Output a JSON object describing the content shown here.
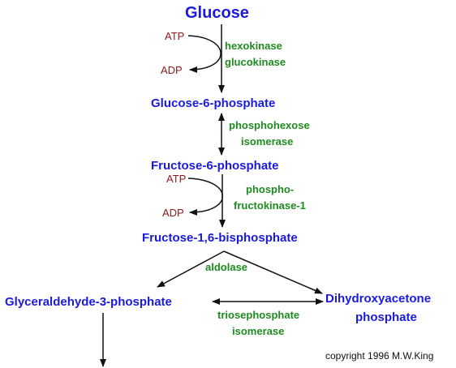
{
  "metabolites": {
    "glucose": "Glucose",
    "g6p": "Glucose-6-phosphate",
    "f6p": "Fructose-6-phosphate",
    "f16bp": "Fructose-1,6-bisphosphate",
    "g3p": "Glyceraldehyde-3-phosphate",
    "dhap_line1": "Dihydroxyacetone",
    "dhap_line2": "phosphate"
  },
  "enzymes": {
    "e1_line1": "hexokinase",
    "e1_line2": "glucokinase",
    "e2_line1": "phosphohexose",
    "e2_line2": "isomerase",
    "e3_line1": "phospho-",
    "e3_line2": "fructokinase-1",
    "e4": "aldolase",
    "e5_line1": "triosephosphate",
    "e5_line2": "isomerase"
  },
  "cofactors": {
    "atp_1": "ATP",
    "adp_1": "ADP",
    "atp_2": "ATP",
    "adp_2": "ADP"
  },
  "copyright": "copyright 1996 M.W.King",
  "colors": {
    "metabolite": "#1a1adf",
    "enzyme": "#1f8a1f",
    "cofactor": "#8b1a1a",
    "arrow": "#111111"
  }
}
